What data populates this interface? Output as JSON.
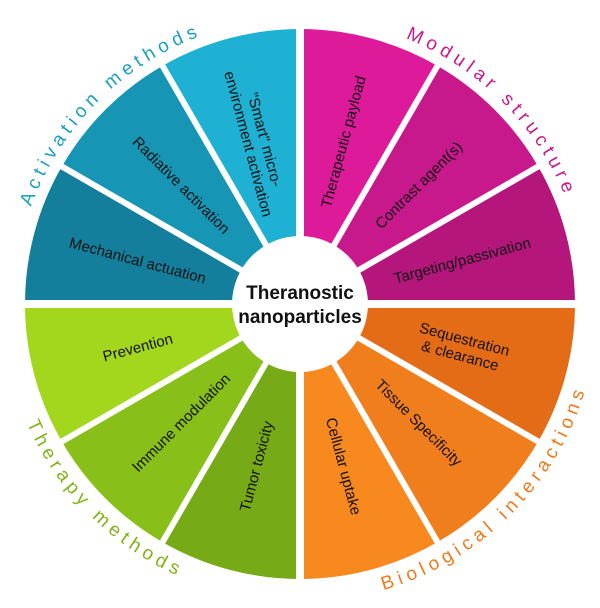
{
  "center": {
    "lines": [
      "Theranostic",
      "nanoparticles"
    ]
  },
  "categories": [
    {
      "key": "modular",
      "title": "Modular structure",
      "color": "#c8198c",
      "segments": [
        {
          "lines": [
            "Therapeutic payload"
          ],
          "color": "#dd1b9a"
        },
        {
          "lines": [
            "Contrast agent(s)"
          ],
          "color": "#c8198c"
        },
        {
          "lines": [
            "Targeting/passivation"
          ],
          "color": "#b4167c"
        }
      ]
    },
    {
      "key": "biological",
      "title": "Biological interactions",
      "color": "#ee7a1c",
      "segments": [
        {
          "lines": [
            "Sequestration",
            "& clearance"
          ],
          "color": "#e56c17"
        },
        {
          "lines": [
            "Tissue Specificity"
          ],
          "color": "#f17e1c"
        },
        {
          "lines": [
            "Cellular uptake"
          ],
          "color": "#f7891f"
        }
      ]
    },
    {
      "key": "therapy",
      "title": "Therapy methods",
      "color": "#7fb419",
      "segments": [
        {
          "lines": [
            "Tumor toxicity"
          ],
          "color": "#76ab17"
        },
        {
          "lines": [
            "Immune modulation"
          ],
          "color": "#88bf19"
        },
        {
          "lines": [
            "Prevention"
          ],
          "color": "#a3d71d"
        }
      ]
    },
    {
      "key": "activation",
      "title": "Activation methods",
      "color": "#1c9fbf",
      "segments": [
        {
          "lines": [
            "Mechanical actuation"
          ],
          "color": "#137f9d"
        },
        {
          "lines": [
            "Radiative activation"
          ],
          "color": "#1795b4"
        },
        {
          "lines": [
            "\"Smart\" micro-",
            "environment activation"
          ],
          "color": "#1fb1d4"
        }
      ]
    }
  ]
}
